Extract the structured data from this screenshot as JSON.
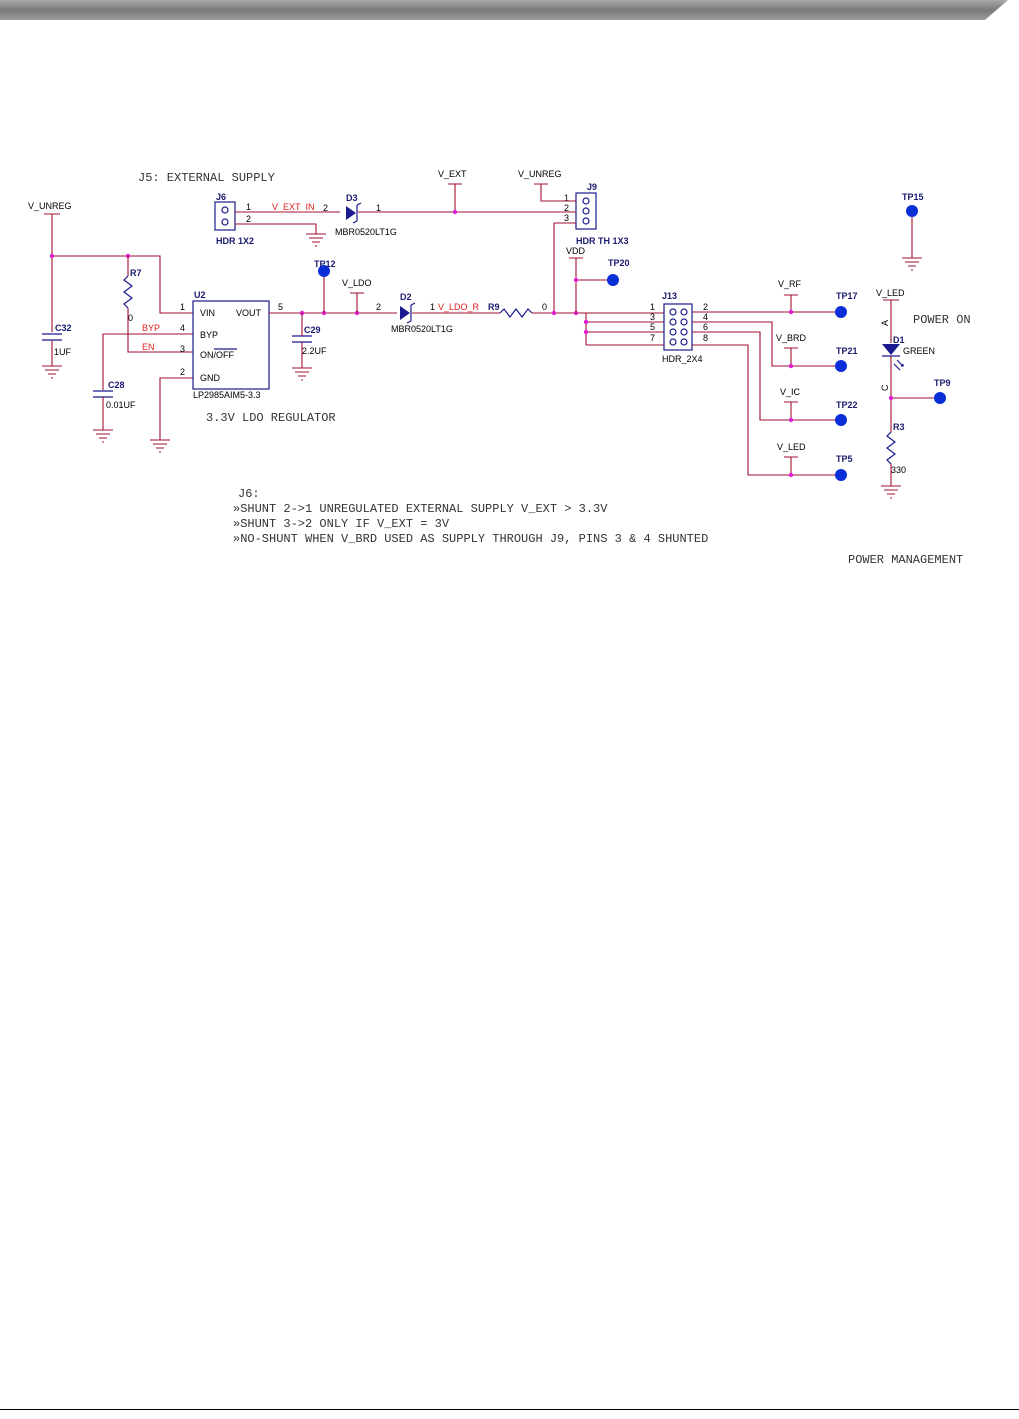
{
  "page": {
    "footer_rule": true
  },
  "notes": {
    "ext_supply": "J5: EXTERNAL SUPPLY",
    "ldo_title": "3.3V LDO REGULATOR",
    "power_on": "POWER ON",
    "power_management": "POWER MANAGEMENT",
    "j6_head": "J6:",
    "j6_line1": "»SHUNT 2->1 UNREGULATED EXTERNAL SUPPLY V_EXT > 3.3V",
    "j6_line2": "»SHUNT 3->2 ONLY IF V_EXT = 3V",
    "j6_line3": "»NO-SHUNT WHEN V_BRD USED AS SUPPLY THROUGH J9, PINS 3 & 4 SHUNTED"
  },
  "nets": {
    "v_unreg_left": "V_UNREG",
    "v_unreg_top": "V_UNREG",
    "v_ext": "V_EXT",
    "v_ext_in": "V_EXT_IN",
    "v_ldo": "V_LDO",
    "v_ldo_r": "V_LDO_R",
    "vdd": "VDD",
    "byp": "BYP",
    "en": "EN",
    "v_rf": "V_RF",
    "v_brd": "V_BRD",
    "v_ic": "V_IC",
    "v_led_out": "V_LED",
    "v_led_top": "V_LED"
  },
  "components": {
    "j6": {
      "ref": "J6",
      "value": "HDR 1X2"
    },
    "d3": {
      "ref": "D3",
      "value": "MBR0520LT1G"
    },
    "j9": {
      "ref": "J9",
      "value": "HDR TH 1X3"
    },
    "u2": {
      "ref": "U2",
      "value": "LP2985AIM5-3.3",
      "pin_vin": "VIN",
      "pin_vout": "VOUT",
      "pin_byp": "BYP",
      "pin_onoff": "ON/OFF",
      "pin_gnd": "GND"
    },
    "r7": {
      "ref": "R7",
      "value": "0"
    },
    "c32": {
      "ref": "C32",
      "value": "1UF"
    },
    "c28": {
      "ref": "C28",
      "value": "0.01UF"
    },
    "c29": {
      "ref": "C29",
      "value": "2.2UF"
    },
    "d2": {
      "ref": "D2",
      "value": "MBR0520LT1G"
    },
    "r9": {
      "ref": "R9",
      "value": "0"
    },
    "j13": {
      "ref": "J13",
      "value": "HDR_2X4"
    },
    "d1": {
      "ref": "D1",
      "value": "GREEN",
      "anode": "A",
      "cathode": "C"
    },
    "r3": {
      "ref": "R3",
      "value": "330"
    }
  },
  "test_points": {
    "tp12": "TP12",
    "tp20": "TP20",
    "tp15": "TP15",
    "tp17": "TP17",
    "tp21": "TP21",
    "tp22": "TP22",
    "tp5": "TP5",
    "tp9": "TP9"
  },
  "pins": {
    "j6_1": "1",
    "j6_2": "2",
    "d3_in": "2",
    "d3_out": "1",
    "j9_1": "1",
    "j9_2": "2",
    "j9_3": "3",
    "u2_1": "1",
    "u2_4": "4",
    "u2_3": "3",
    "u2_2": "2",
    "u2_5": "5",
    "d2_in": "2",
    "d2_out": "1",
    "j13_1": "1",
    "j13_3": "3",
    "j13_5": "5",
    "j13_7": "7",
    "j13_2": "2",
    "j13_4": "4",
    "j13_6": "6",
    "j13_8": "8"
  },
  "colors": {
    "wire": "#a01030",
    "part": "#1a1a8e",
    "junction": "#e020d0",
    "testpoint": "#0a2fd8",
    "net_label": "#e0201e"
  }
}
